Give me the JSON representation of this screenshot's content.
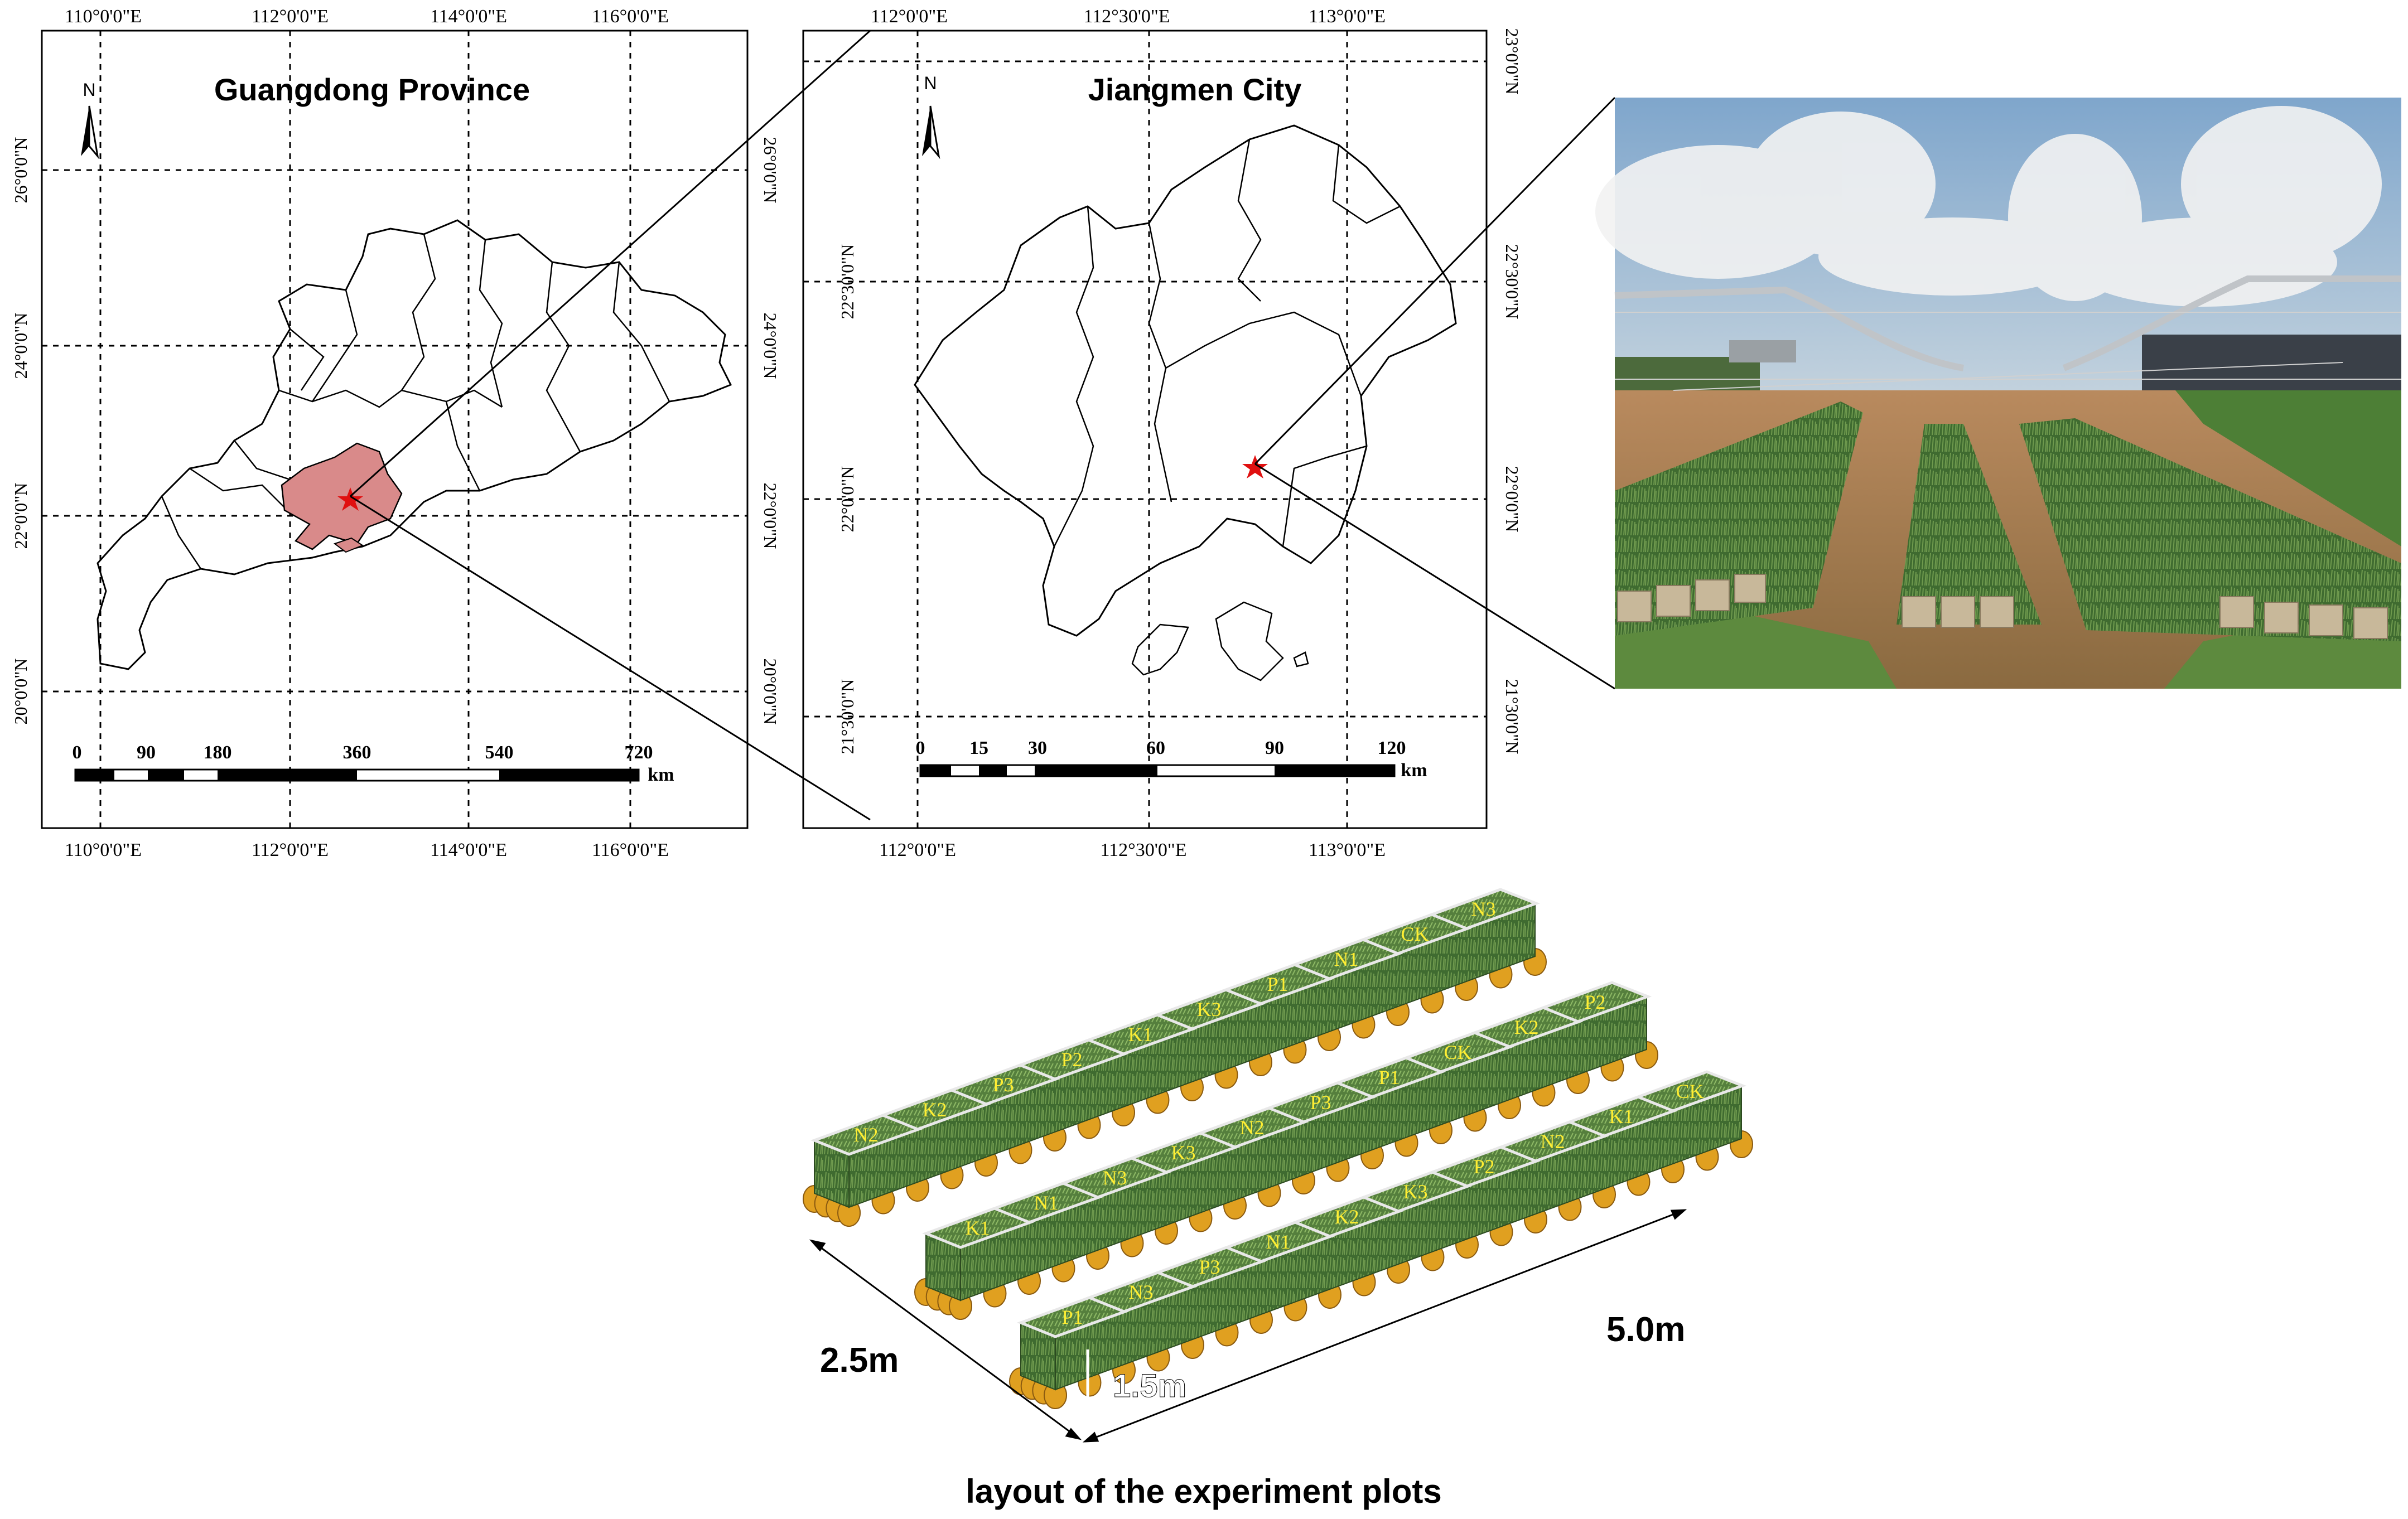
{
  "colors": {
    "highlight_fill": "#d98a8a",
    "star": "#e01010",
    "plot_label": "#ffee33",
    "pot": "#e0a020",
    "foliage": "#4f7a3a",
    "frame": "#000000"
  },
  "map_guangdong": {
    "title": "Guangdong Province",
    "north": "N",
    "top_labels": [
      "110°0'0\"E",
      "112°0'0\"E",
      "114°0'0\"E",
      "116°0'0\"E"
    ],
    "bottom_labels": [
      "110°0'0\"E",
      "112°0'0\"E",
      "114°0'0\"E",
      "116°0'0\"E"
    ],
    "left_labels": [
      "26°0'0\"N",
      "24°0'0\"N",
      "22°0'0\"N",
      "20°0'0\"N"
    ],
    "right_labels": [
      "26°0'0\"N",
      "24°0'0\"N",
      "22°0'0\"N",
      "20°0'0\"N"
    ],
    "scale_ticks": [
      "0",
      "90",
      "180",
      "360",
      "540",
      "720"
    ],
    "scale_unit": "km"
  },
  "map_jiangmen": {
    "title": "Jiangmen City",
    "north": "N",
    "top_labels": [
      "112°0'0\"E",
      "112°30'0\"E",
      "113°0'0\"E"
    ],
    "bottom_labels": [
      "112°0'0\"E",
      "112°30'0\"E",
      "113°0'0\"E"
    ],
    "left_labels": [
      "22°30'0\"N",
      "22°0'0\"N",
      "21°30'0\"N"
    ],
    "right_labels": [
      "23°0'0\"N",
      "22°30'0\"N",
      "22°0'0\"N",
      "21°30'0\"N"
    ],
    "scale_ticks": [
      "0",
      "15",
      "30",
      "60",
      "90",
      "120"
    ],
    "scale_unit": "km"
  },
  "photo": {
    "icon": "nursery-photo-icon"
  },
  "layout": {
    "caption": "layout of the experiment plots",
    "dim_width": "2.5m",
    "dim_length": "5.0m",
    "dim_height": "1.5m",
    "rows": [
      [
        "N2",
        "K2",
        "P3",
        "P2",
        "K1",
        "K3",
        "P1",
        "N1",
        "CK",
        "N3"
      ],
      [
        "K1",
        "N1",
        "N3",
        "K3",
        "N2",
        "P3",
        "P1",
        "CK",
        "K2",
        "P2"
      ],
      [
        "P1",
        "N3",
        "P3",
        "N1",
        "K2",
        "K3",
        "P2",
        "N2",
        "K1",
        "CK"
      ]
    ]
  }
}
